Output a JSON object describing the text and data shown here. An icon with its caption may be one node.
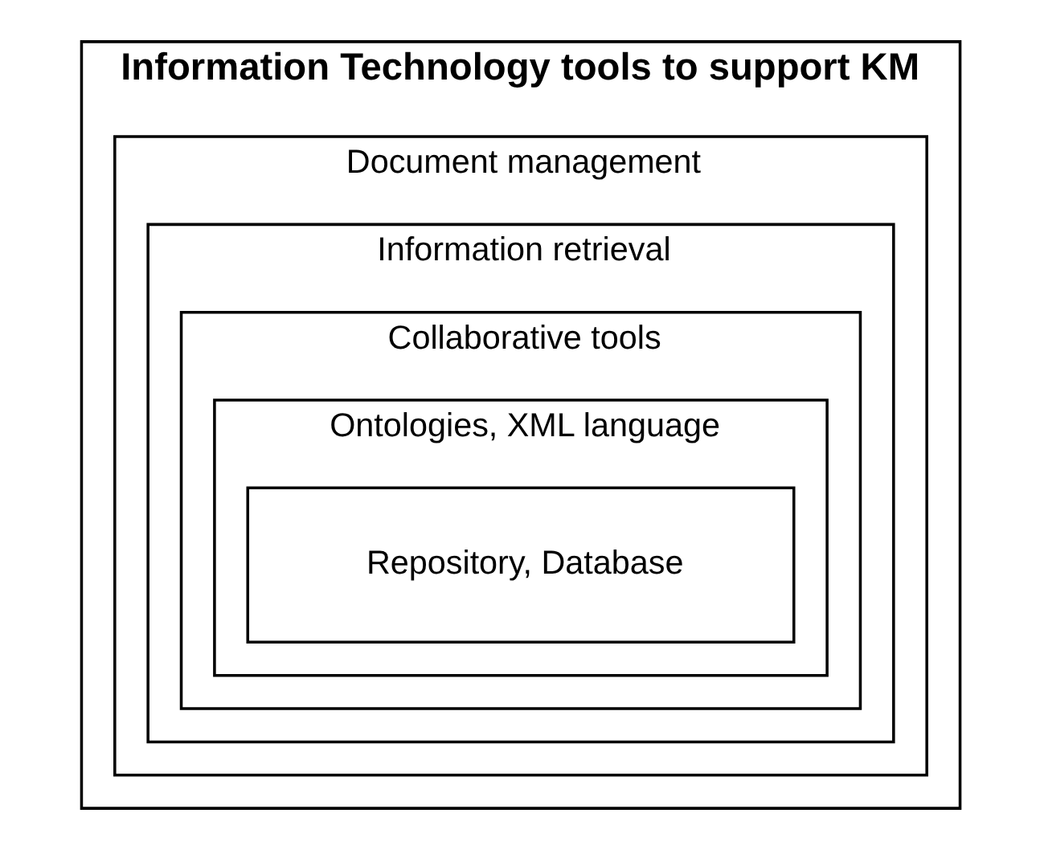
{
  "diagram": {
    "nodes": [
      {
        "text": [
          "Information Technology tools to support KM"
        ]
      },
      {
        "text": [
          "Document management"
        ],
        "in": 0
      },
      {
        "text": [
          "Information retrieval"
        ],
        "in": 1
      },
      {
        "text": [
          "Collaborative tools"
        ],
        "in": 2
      },
      {
        "text": [
          "Ontologies, XML language"
        ],
        "in": 3
      },
      {
        "text": [
          "Repository, Database"
        ],
        "in": 4
      }
    ]
  }
}
